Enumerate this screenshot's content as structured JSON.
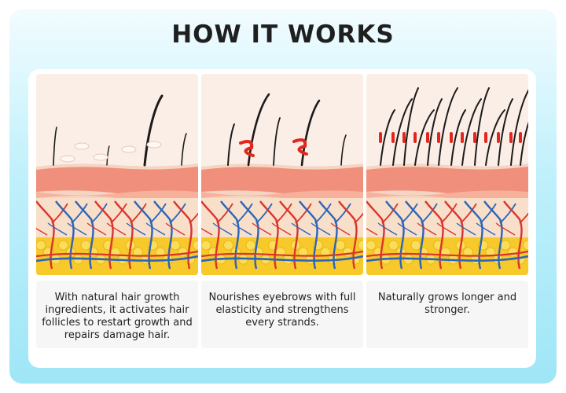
{
  "header": {
    "title": "HOW IT WORKS"
  },
  "steps": [
    {
      "text": "With natural hair growth ingredients, it activates hair follicles to restart growth and repairs damage hair.",
      "stage": "dormant-follicles"
    },
    {
      "text": "Nourishes eyebrows with full elasticity and strengthens every strands.",
      "stage": "nourished-follicles"
    },
    {
      "text": "Naturally grows longer and stronger.",
      "stage": "full-growth"
    }
  ],
  "colors": {
    "background_top": "#f2fcff",
    "background_bottom": "#9fe6f7",
    "skin_top": "#f5d4c2",
    "dermis_band": "#f08f7c",
    "fat_layer": "#f7c92a",
    "artery": "#d9352c",
    "vein": "#2d64b8",
    "treatment": "#e3261d"
  }
}
